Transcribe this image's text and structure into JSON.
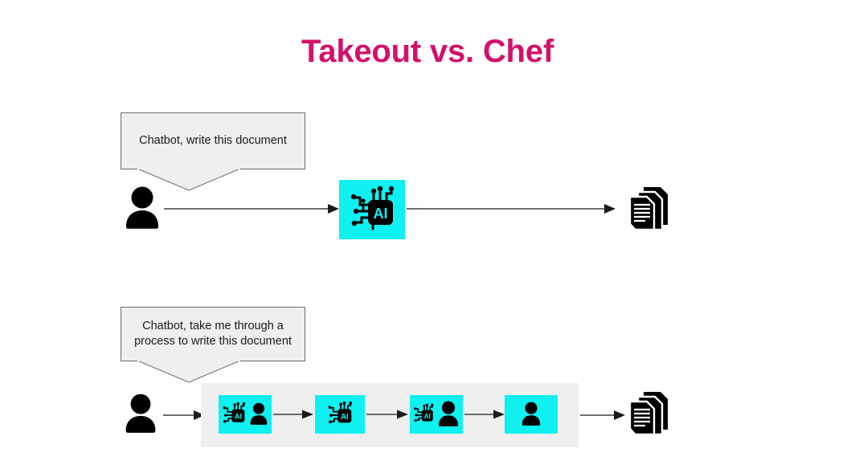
{
  "slide": {
    "title": "Takeout vs. Chef",
    "title_color": "#d2116b",
    "background": "#ffffff"
  },
  "colors": {
    "accent_pink": "#d2116b",
    "cyan": "#0ff0f0",
    "band_grey": "#efefef",
    "bubble_fill": "#efefef",
    "bubble_border": "#6b6b6b",
    "icon_black": "#000000",
    "arrow": "#3f3f3f"
  },
  "row_takeout": {
    "bubble_text": "Chatbot, write this document",
    "user_icon": "person-icon",
    "ai_icon": "ai-chip-icon",
    "output_icon": "document-stack-icon",
    "arrows": [
      "arrow-user-to-ai",
      "arrow-ai-to-document"
    ]
  },
  "row_chef": {
    "bubble_text": "Chatbot, take me through a process to write this document",
    "user_icon": "person-icon",
    "output_icon": "document-stack-icon",
    "steps": [
      {
        "name": "step-ai-and-person",
        "icons": [
          "ai-chip-icon",
          "person-icon"
        ]
      },
      {
        "name": "step-ai-only",
        "icons": [
          "ai-chip-icon"
        ]
      },
      {
        "name": "step-ai-and-person-2",
        "icons": [
          "ai-chip-icon",
          "person-icon"
        ]
      },
      {
        "name": "step-person-only",
        "icons": [
          "person-icon"
        ]
      }
    ],
    "arrows": [
      "arrow-user-to-band",
      "arrow-step1-to-step2",
      "arrow-step2-to-step3",
      "arrow-step3-to-step4",
      "arrow-band-to-document"
    ]
  }
}
